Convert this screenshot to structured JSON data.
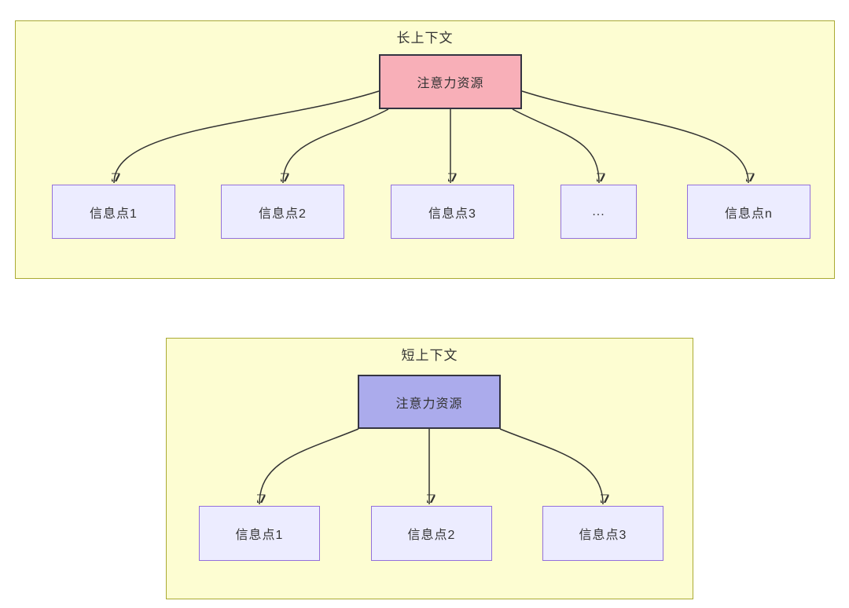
{
  "diagram": {
    "long_context": {
      "title": "长上下文",
      "attention_node": "注意力资源",
      "info_nodes": [
        "信息点1",
        "信息点2",
        "信息点3",
        "...",
        "信息点n"
      ]
    },
    "short_context": {
      "title": "短上下文",
      "attention_node": "注意力资源",
      "info_nodes": [
        "信息点1",
        "信息点2",
        "信息点3"
      ]
    },
    "colors": {
      "cluster_fill": "#FDFDD2",
      "cluster_border": "#AAAA33",
      "long_attention_fill": "#F8AFB8",
      "short_attention_fill": "#ABABEC",
      "attention_border": "#343442",
      "info_fill": "#ECECFF",
      "info_border": "#9370DB",
      "edge_color": "#333333",
      "text_color": "#333333"
    }
  }
}
